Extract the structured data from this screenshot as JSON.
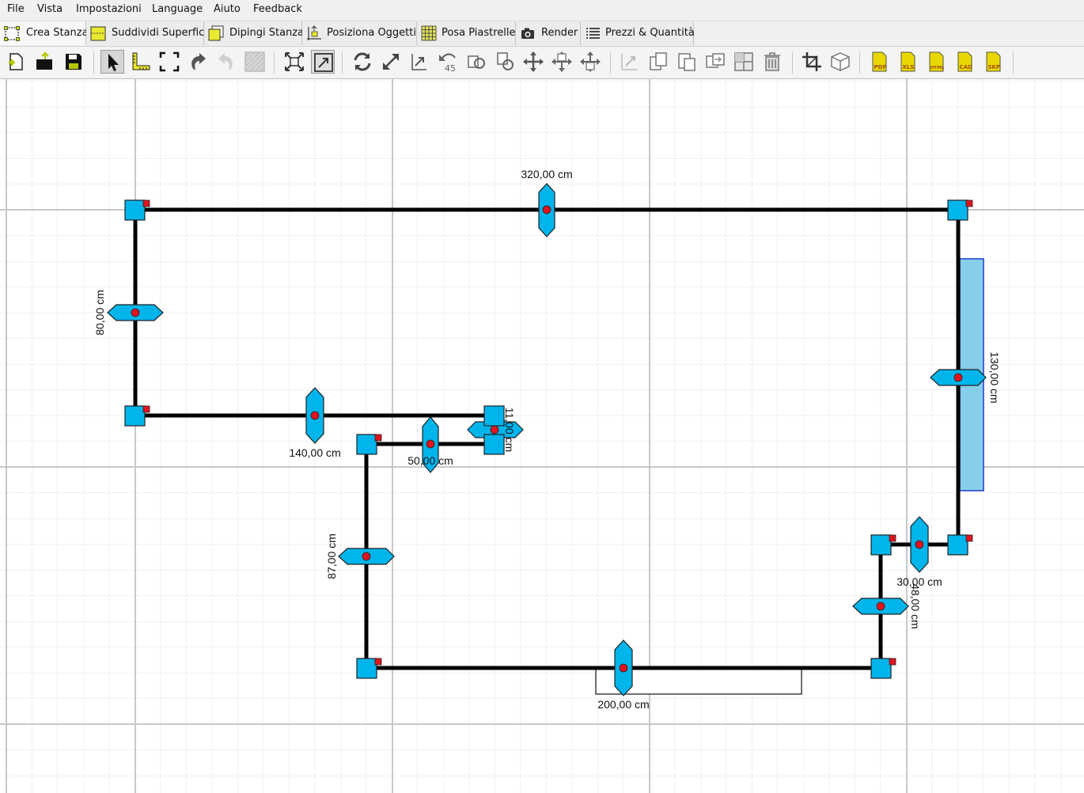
{
  "menu": {
    "file": "File",
    "vista": "Vista",
    "impostazioni": "Impostazioni",
    "language": "Language",
    "aiuto": "Aiuto",
    "feedback": "Feedback"
  },
  "tabs": {
    "crea_stanza": "Crea Stanza",
    "suddividi_superfici": "Suddividi Superfici",
    "dipingi_stanza": "Dipingi Stanza",
    "posiziona_oggetti": "Posiziona Oggetti",
    "posa_piastrelle": "Posa Piastrelle",
    "render": "Render",
    "prezzi_quantita": "Prezzi & Quantità"
  },
  "toolbar_icons": {
    "export_pdf": "PDF",
    "export_xls": "XLS",
    "export_html": "HTML",
    "export_cad": "CAD",
    "export_skp": "SKP",
    "rotate_45": "45"
  },
  "dimensions": {
    "top_wall": "320,00 cm",
    "left_wall": "80,00 cm",
    "right_wall": "130,00 cm",
    "mid_wall": "140,00 cm",
    "small_step": "11,00 cm",
    "inner_wall": "50,00 cm",
    "inner_left_wall": "87,00 cm",
    "bottom_wall": "200,00 cm",
    "right_step": "30,00 cm",
    "right_small_wall": "48,00 cm"
  },
  "colors": {
    "wall": "#000000",
    "handle": "#00b4ec",
    "marker": "#e0141e",
    "window": "#87ceeb",
    "grid_minor": "#e2e2e2",
    "grid_major": "#c8c8c8"
  }
}
